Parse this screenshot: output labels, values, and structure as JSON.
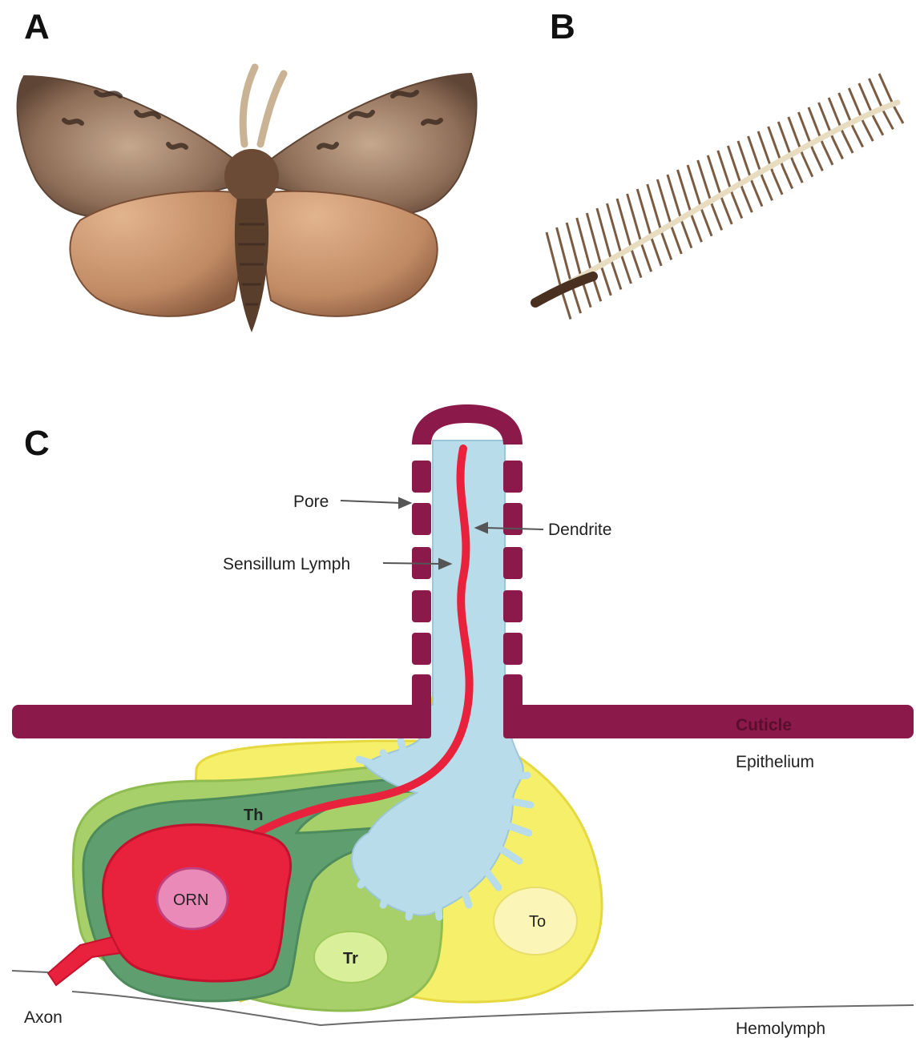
{
  "panels": {
    "a": "A",
    "b": "B",
    "c": "C"
  },
  "labels": {
    "pore": "Pore",
    "dendrite": "Dendrite",
    "sensillum_lymph": "Sensillum Lymph",
    "cuticle": "Cuticle",
    "epithelium": "Epithelium",
    "th": "Th",
    "orn": "ORN",
    "tr": "Tr",
    "to": "To",
    "axon": "Axon",
    "hemolymph": "Hemolymph"
  },
  "colors": {
    "cuticle": "#8b1a4a",
    "lymph": "#b9dcea",
    "neuron": "#e8213c",
    "orn_nucleus": "#e98ab8",
    "thecogen": "#5f9e6e",
    "trichogen": "#a8d06a",
    "tormogen": "#f4ec55",
    "moth_wing": "#8a6a55",
    "moth_hindwing": "#c99a78"
  }
}
